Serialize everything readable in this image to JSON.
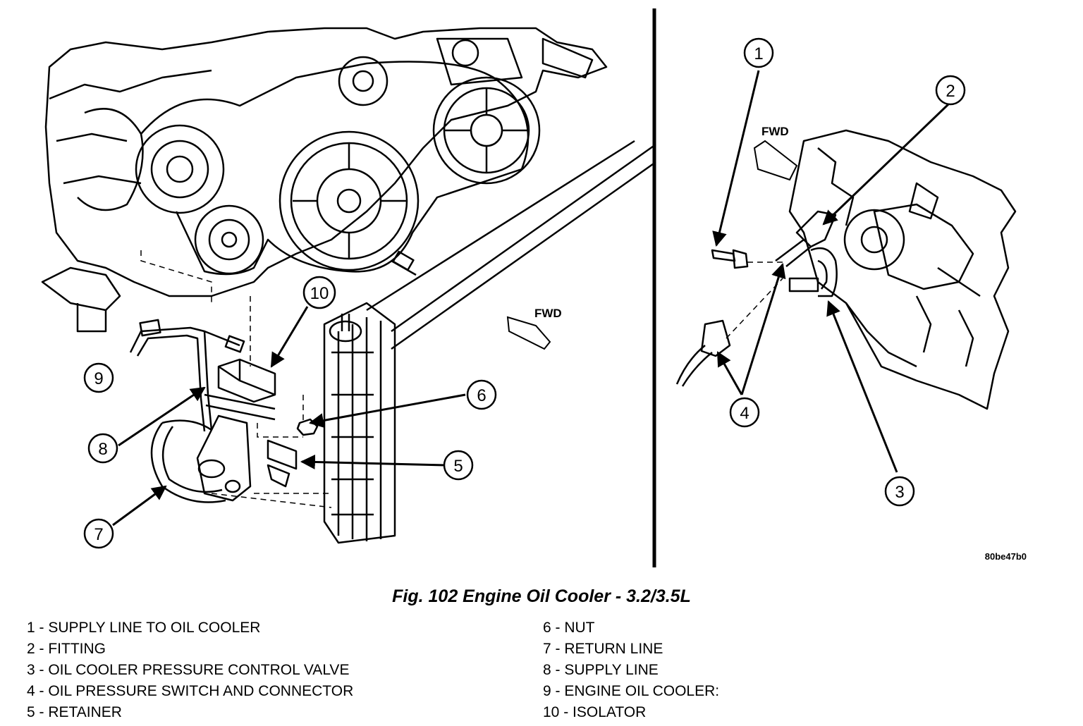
{
  "figure": {
    "caption": "Fig. 102 Engine Oil Cooler - 3.2/3.5L",
    "code": "80be47b0",
    "fwd_left": "FWD",
    "fwd_right": "FWD"
  },
  "callouts": {
    "c1": "1",
    "c2": "2",
    "c3": "3",
    "c4": "4",
    "c5": "5",
    "c6": "6",
    "c7": "7",
    "c8": "8",
    "c9": "9",
    "c10": "10"
  },
  "legend": {
    "left": [
      "1 - SUPPLY LINE TO OIL COOLER",
      "2 - FITTING",
      "3 - OIL COOLER PRESSURE CONTROL VALVE",
      "4 - OIL PRESSURE SWITCH AND CONNECTOR",
      "5 - RETAINER"
    ],
    "right": [
      "6 - NUT",
      "7 - RETURN LINE",
      "8 - SUPPLY LINE",
      "9 - ENGINE OIL COOLER:",
      "10 - ISOLATOR"
    ]
  }
}
